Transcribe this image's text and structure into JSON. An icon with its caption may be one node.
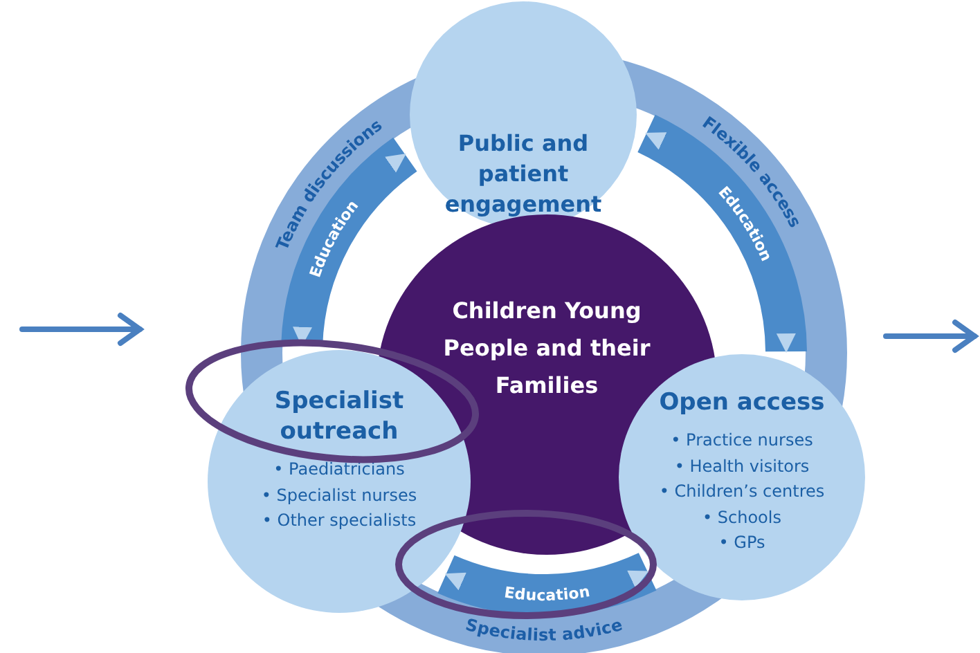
{
  "diagram": {
    "nodes": [
      {
        "text": [
          "Public and patient engagement"
        ]
      },
      {
        "text": [
          "Children Young People and their Families"
        ]
      },
      {
        "text": [
          "Specialist outreach",
          "• Paediatricians",
          "• Specialist nurses",
          "• Other specialists"
        ]
      },
      {
        "text": [
          "Open access",
          "• Practice nurses",
          "• Health visitors",
          "• Children’s centres",
          "• Schools",
          "• GPs"
        ]
      }
    ],
    "edges": [
      {
        "from": 2,
        "to": 0,
        "arrow": "both",
        "label": "Education"
      },
      {
        "from": 0,
        "to": 3,
        "arrow": "both",
        "label": "Education"
      },
      {
        "from": 2,
        "to": 3,
        "arrow": "both",
        "label": "Education"
      }
    ],
    "labels": [
      "Team discussions",
      "Flexible access",
      "Specialist advice"
    ]
  }
}
